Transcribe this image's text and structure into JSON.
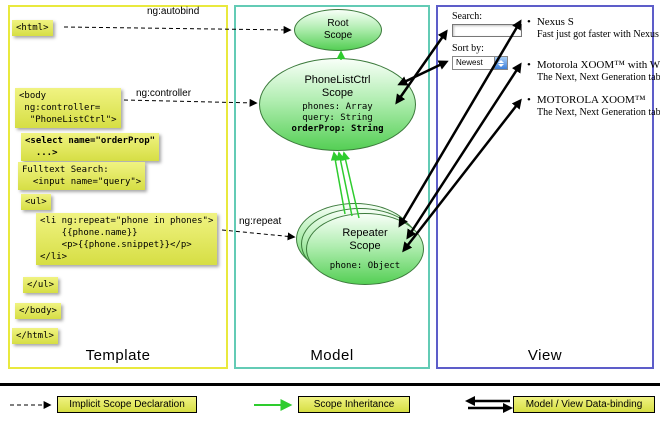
{
  "columns": {
    "template": "Template",
    "model": "Model",
    "view": "View"
  },
  "arrows": {
    "autobind": "ng:autobind",
    "controller": "ng:controller",
    "repeat": "ng:repeat"
  },
  "code": {
    "html_open": "<html>",
    "body_open": "<body\n ng:controller=\n  \"PhoneListCtrl\">",
    "select": "<select name=\"orderProp\"\n  ...>",
    "fulltext": "Fulltext Search:\n  <input name=\"query\">",
    "ul_open": "<ul>",
    "li_repeat": "<li ng:repeat=\"phone in phones\">\n    {{phone.name}}\n    <p>{{phone.snippet}}</p>\n</li>",
    "ul_close": "</ul>",
    "body_close": "</body>",
    "html_close": "</html>"
  },
  "scopes": {
    "root": {
      "title": "Root\nScope"
    },
    "phonelist": {
      "title": "PhoneListCtrl\nScope",
      "props": "phones: Array\nquery: String",
      "bold_prop": "orderProp: String"
    },
    "repeater": {
      "title": "Repeater\nScope",
      "prop": "phone: Object"
    }
  },
  "view": {
    "search_label": "Search:",
    "sort_label": "Sort by:",
    "sort_value": "Newest",
    "items": [
      {
        "name": "Nexus S",
        "desc": "Fast just got faster with Nexus S."
      },
      {
        "name": "Motorola XOOM™ with Wi-Fi",
        "desc": "The Next, Next Generation tablet."
      },
      {
        "name": "MOTOROLA XOOM™",
        "desc": "The Next, Next Generation tablet."
      }
    ]
  },
  "legend": {
    "implicit": "Implicit Scope Declaration",
    "inheritance": "Scope Inheritance",
    "binding": "Model / View Data-binding"
  },
  "colors": {
    "template_border": "#e9e93e",
    "model_border": "#63cbb5",
    "view_border": "#5d5dc9",
    "code_box": "#dde95a",
    "scope_green": "#55cf55",
    "inheritance_arrow": "#2ecc2e"
  }
}
